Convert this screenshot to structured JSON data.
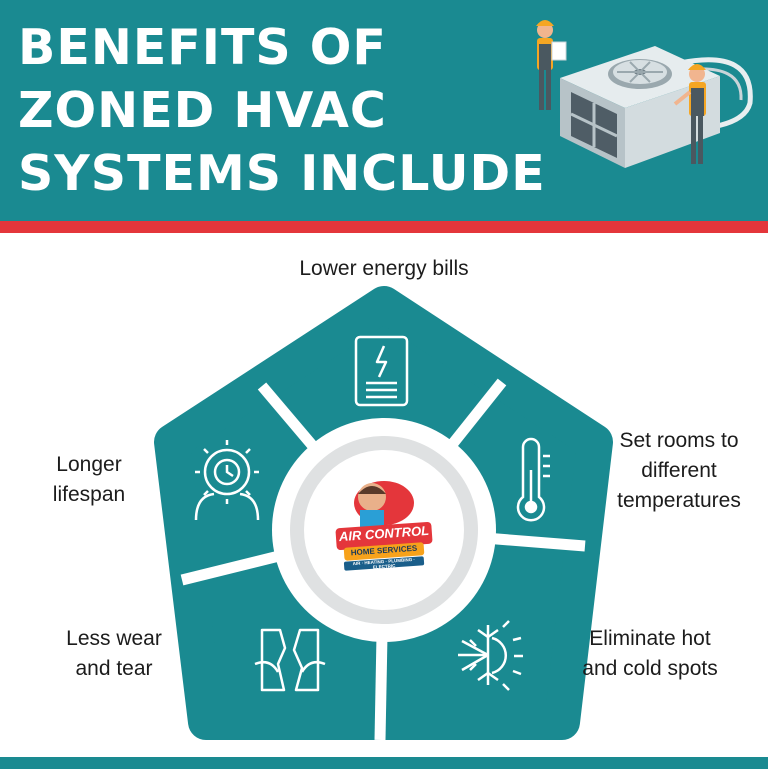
{
  "header": {
    "title_lines": [
      "BENEFITS OF",
      "ZONED HVAC",
      "SYSTEMS INCLUDE"
    ]
  },
  "benefits": [
    {
      "lines": [
        "Lower energy bills"
      ],
      "icon": "energy-bill-icon"
    },
    {
      "lines": [
        "Set rooms to",
        "different",
        "temperatures"
      ],
      "icon": "thermometer-icon"
    },
    {
      "lines": [
        "Eliminate hot",
        "and cold spots"
      ],
      "icon": "hot-cold-icon"
    },
    {
      "lines": [
        "Less wear",
        "and tear"
      ],
      "icon": "wear-tear-icon"
    },
    {
      "lines": [
        "Longer",
        "lifespan"
      ],
      "icon": "lifespan-icon"
    }
  ],
  "logo": {
    "line1": "AIR CONTROL",
    "line2": "HOME SERVICES",
    "line3": "AIR · HEATING · PLUMBING · ELECTRIC"
  },
  "colors": {
    "teal": "#1a8a91",
    "red": "#e4363b",
    "white": "#ffffff"
  }
}
